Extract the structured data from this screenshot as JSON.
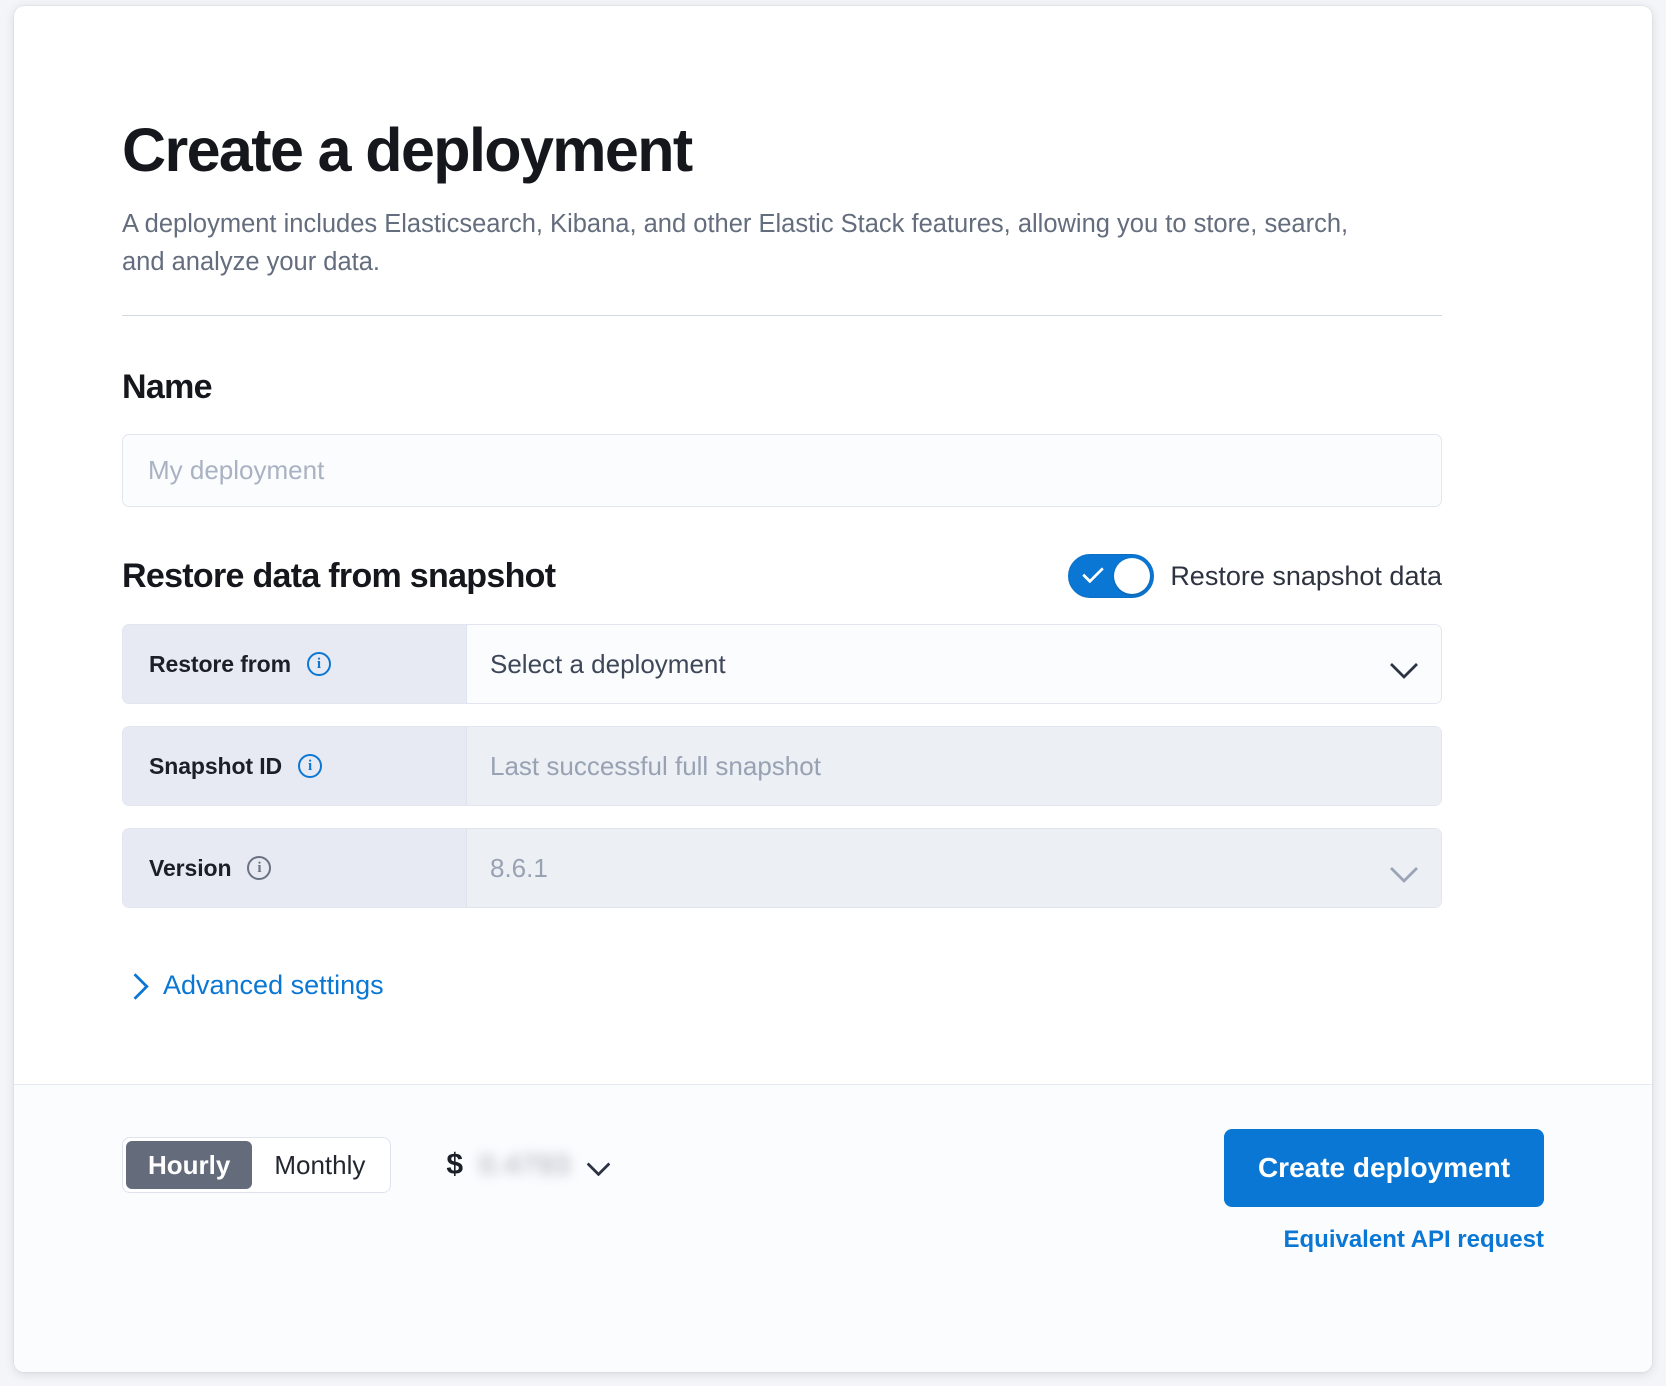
{
  "page": {
    "title": "Create a deployment",
    "description": "A deployment includes Elasticsearch, Kibana, and other Elastic Stack features, allowing you to store, search, and analyze your data."
  },
  "name_section": {
    "heading": "Name",
    "placeholder": "My deployment",
    "value": ""
  },
  "restore_section": {
    "heading": "Restore data from snapshot",
    "toggle": {
      "label": "Restore snapshot data",
      "checked": true,
      "icon": "check-icon"
    },
    "rows": [
      {
        "label": "Restore from",
        "info_icon": "info-icon",
        "value": "Select a deployment",
        "control": "select",
        "chevron": "chevron-down-icon",
        "disabled": false
      },
      {
        "label": "Snapshot ID",
        "info_icon": "info-icon",
        "value": "Last successful full snapshot",
        "control": "text",
        "chevron": "",
        "disabled": true
      },
      {
        "label": "Version",
        "info_icon": "info-icon",
        "value": "8.6.1",
        "control": "select",
        "chevron": "chevron-down-icon",
        "disabled": true
      }
    ]
  },
  "advanced": {
    "label": "Advanced settings",
    "icon": "chevron-right-icon",
    "expanded": false
  },
  "footer": {
    "billing": {
      "options": [
        "Hourly",
        "Monthly"
      ],
      "selected": "Hourly",
      "currency_symbol": "$",
      "amount": "0.4793",
      "amount_redacted": true,
      "chevron": "chevron-down-icon"
    },
    "create_button": "Create deployment",
    "api_link": "Equivalent API request"
  },
  "colors": {
    "accent": "#0b77d4",
    "heading": "#15171c",
    "muted_text": "#646d7d",
    "prepend_bg": "#e7eaf3",
    "disabled_bg": "#eceff4",
    "segment_active_bg": "#646c7c"
  }
}
